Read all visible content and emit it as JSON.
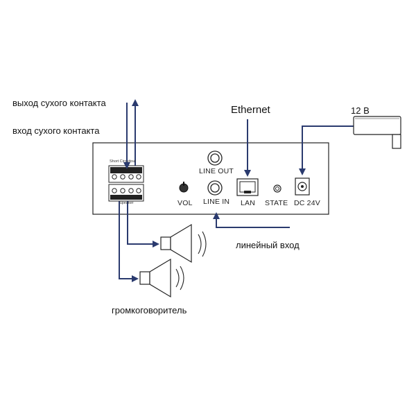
{
  "labels": {
    "dry_contact_out": "выход сухого контакта",
    "dry_contact_in": "вход сухого контакта",
    "ethernet": "Ethernet",
    "power_supply": "12 В",
    "line_input": "линейный вход",
    "loudspeaker": "громкоговоритель"
  },
  "panel": {
    "short_circuit": "Short Circuitout",
    "speaker": "Speaker",
    "line_out": "LINE OUT",
    "vol": "VOL",
    "line_in": "LINE IN",
    "lan": "LAN",
    "state": "STATE",
    "dc": "DC 24V"
  },
  "colors": {
    "arrow": "#2a3a6e",
    "outline": "#222222",
    "device_fill": "#ffffff"
  }
}
